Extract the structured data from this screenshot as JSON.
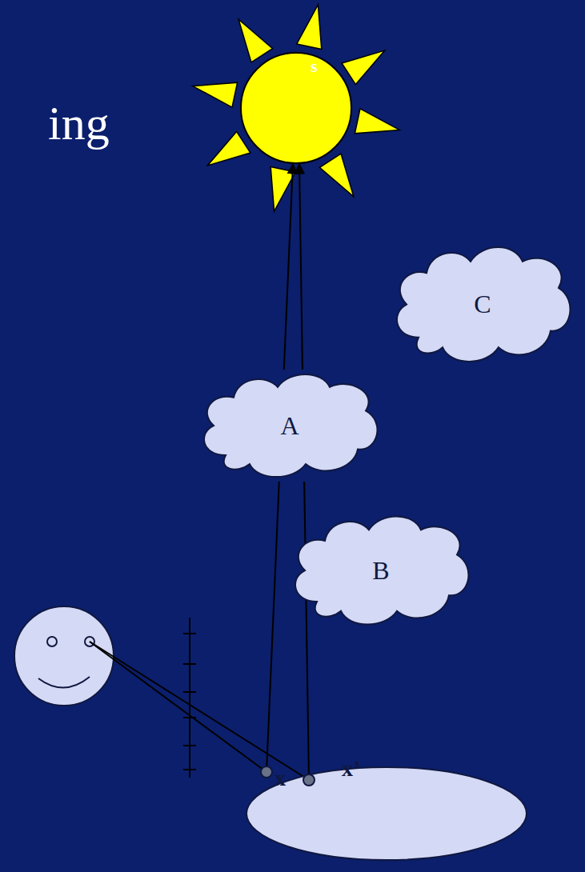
{
  "diagram": {
    "title": "ing",
    "nodes": [
      {
        "text": [
          "s"
        ]
      },
      {
        "text": [
          "C"
        ]
      },
      {
        "text": [
          "A"
        ]
      },
      {
        "text": [
          "B"
        ]
      },
      {
        "text": [
          "x",
          "x’"
        ]
      }
    ],
    "edges": [
      {
        "from": 4,
        "to": 2,
        "arrow": "none"
      },
      {
        "from": 4,
        "to": 2,
        "arrow": "none"
      },
      {
        "from": 2,
        "to": 0,
        "arrow": "to"
      },
      {
        "from": 2,
        "to": 0,
        "arrow": "to"
      }
    ]
  }
}
